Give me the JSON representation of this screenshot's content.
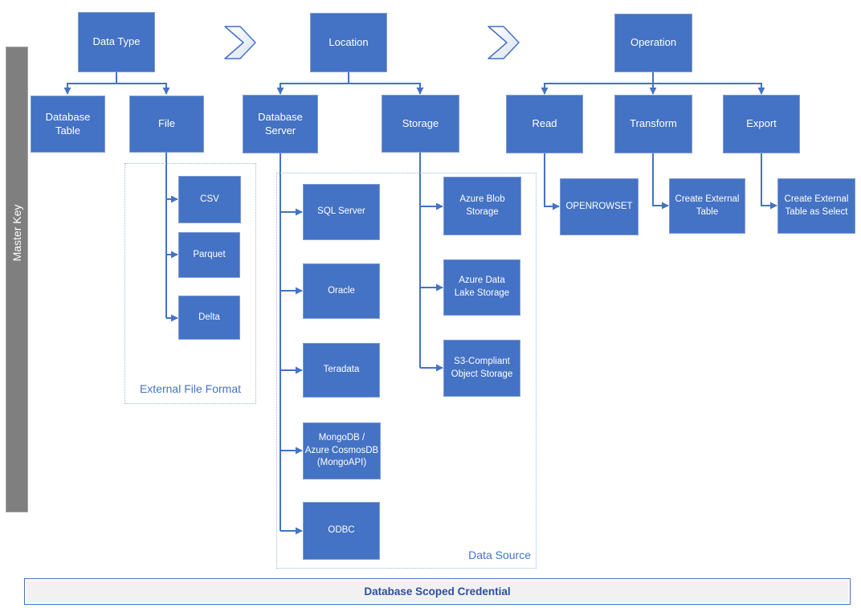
{
  "diagram": {
    "type": "hierarchy-flowchart",
    "left_bar": {
      "label": "Master Key"
    },
    "bottom_bar": {
      "label": "Database Scoped Credential"
    },
    "sequence": [
      "Data Type",
      "Location",
      "Operation"
    ],
    "edges": [
      [
        "Data Type",
        "Database Table"
      ],
      [
        "Data Type",
        "File"
      ],
      [
        "File",
        "CSV"
      ],
      [
        "File",
        "Parquet"
      ],
      [
        "File",
        "Delta"
      ],
      [
        "Location",
        "Database Server"
      ],
      [
        "Location",
        "Storage"
      ],
      [
        "Database Server",
        "SQL Server"
      ],
      [
        "Database Server",
        "Oracle"
      ],
      [
        "Database Server",
        "Teradata"
      ],
      [
        "Database Server",
        "MongoDB / Azure CosmosDB (MongoAPI)"
      ],
      [
        "Database Server",
        "ODBC"
      ],
      [
        "Storage",
        "Azure Blob Storage"
      ],
      [
        "Storage",
        "Azure Data Lake Storage"
      ],
      [
        "Storage",
        "S3-Compliant Object Storage"
      ],
      [
        "Read",
        "OPENROWSET"
      ],
      [
        "Transform",
        "Create External Table"
      ],
      [
        "Export",
        "Create External Table as Select"
      ],
      [
        "Operation",
        "Read"
      ],
      [
        "Operation",
        "Transform"
      ],
      [
        "Operation",
        "Export"
      ]
    ]
  },
  "nodes": {
    "data_type": {
      "label": "Data Type"
    },
    "location": {
      "label": "Location"
    },
    "operation": {
      "label": "Operation"
    },
    "database_table": {
      "label": "Database\nTable"
    },
    "file": {
      "label": "File"
    },
    "database_server": {
      "label": "Database\nServer"
    },
    "storage": {
      "label": "Storage"
    },
    "read": {
      "label": "Read"
    },
    "transform": {
      "label": "Transform"
    },
    "export": {
      "label": "Export"
    },
    "csv": {
      "label": "CSV"
    },
    "parquet": {
      "label": "Parquet"
    },
    "delta": {
      "label": "Delta"
    },
    "sql_server": {
      "label": "SQL Server"
    },
    "oracle": {
      "label": "Oracle"
    },
    "teradata": {
      "label": "Teradata"
    },
    "mongodb": {
      "label": "MongoDB /\nAzure CosmosDB\n(MongoAPI)"
    },
    "odbc": {
      "label": "ODBC"
    },
    "azure_blob": {
      "label": "Azure Blob\nStorage"
    },
    "adls": {
      "label": "Azure Data\nLake Storage"
    },
    "s3": {
      "label": "S3-Compliant\nObject Storage"
    },
    "openrowset": {
      "label": "OPENROWSET"
    },
    "create_external_table": {
      "label": "Create External\nTable"
    },
    "cetas": {
      "label": "Create External\nTable as Select"
    }
  },
  "groups": {
    "external_file_format": {
      "label": "External File Format"
    },
    "data_source": {
      "label": "Data Source"
    }
  },
  "icons": {
    "chevron_1": "chevron-right",
    "chevron_2": "chevron-right"
  },
  "colors": {
    "node_fill": "#4472C4",
    "connector": "#4472C4",
    "group_border": "#9DB6E4",
    "group_label": "#4472C4",
    "master_key_bar": "#7F7F7F",
    "credential_text": "#2E4E9E"
  }
}
